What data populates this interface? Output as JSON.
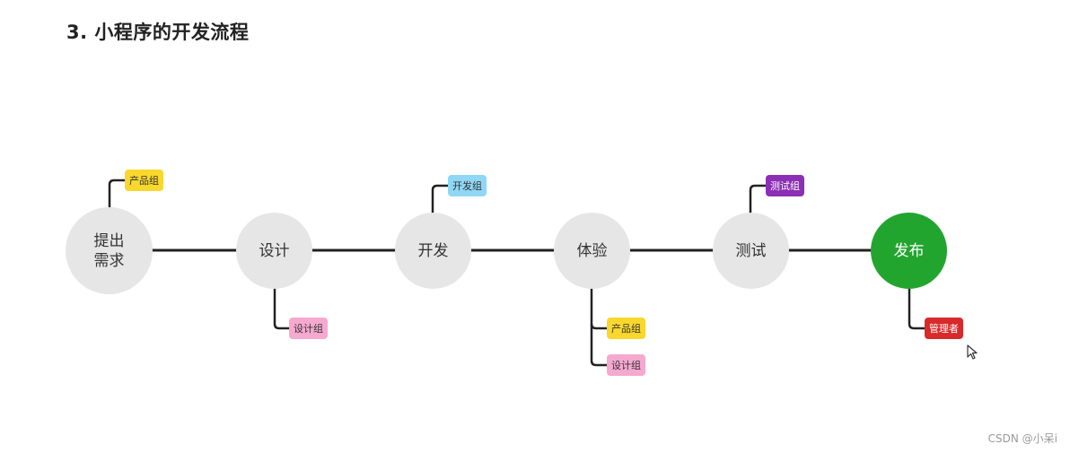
{
  "title": "3. 小程序的开发流程",
  "steps": [
    {
      "label": "提出\n需求",
      "highlight": false
    },
    {
      "label": "设计",
      "highlight": false
    },
    {
      "label": "开发",
      "highlight": false
    },
    {
      "label": "体验",
      "highlight": false
    },
    {
      "label": "测试",
      "highlight": false
    },
    {
      "label": "发布",
      "highlight": true
    }
  ],
  "tags": {
    "product_group": "产品组",
    "design_group": "设计组",
    "dev_group": "开发组",
    "product_group_2": "产品组",
    "design_group_2": "设计组",
    "test_group": "测试组",
    "admin": "管理者"
  },
  "colors": {
    "node_gray": "#e6e6e6",
    "node_green": "#22a52f",
    "connector": "#222222",
    "tag_yellow": "#f9d72c",
    "tag_pink": "#f5a9cf",
    "tag_blue": "#8fd7f4",
    "tag_purple": "#8b2fb4",
    "tag_red": "#d9292b"
  },
  "watermark": "CSDN @小呆i"
}
